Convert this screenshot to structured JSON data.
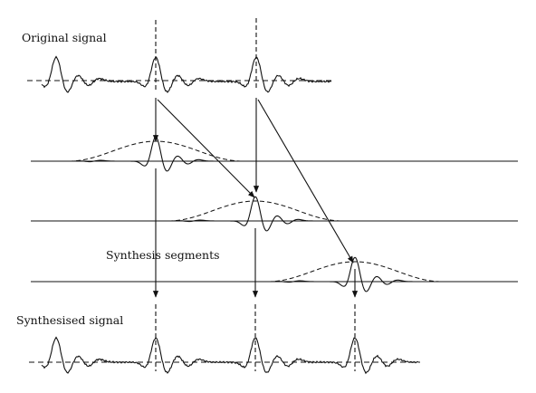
{
  "labels": {
    "original_signal": "Original signal",
    "synthesis_segments": "Synthesis segments",
    "synthesised_signal": "Synthesised signal"
  },
  "colors": {
    "ink": "#111111",
    "background": "#ffffff"
  }
}
